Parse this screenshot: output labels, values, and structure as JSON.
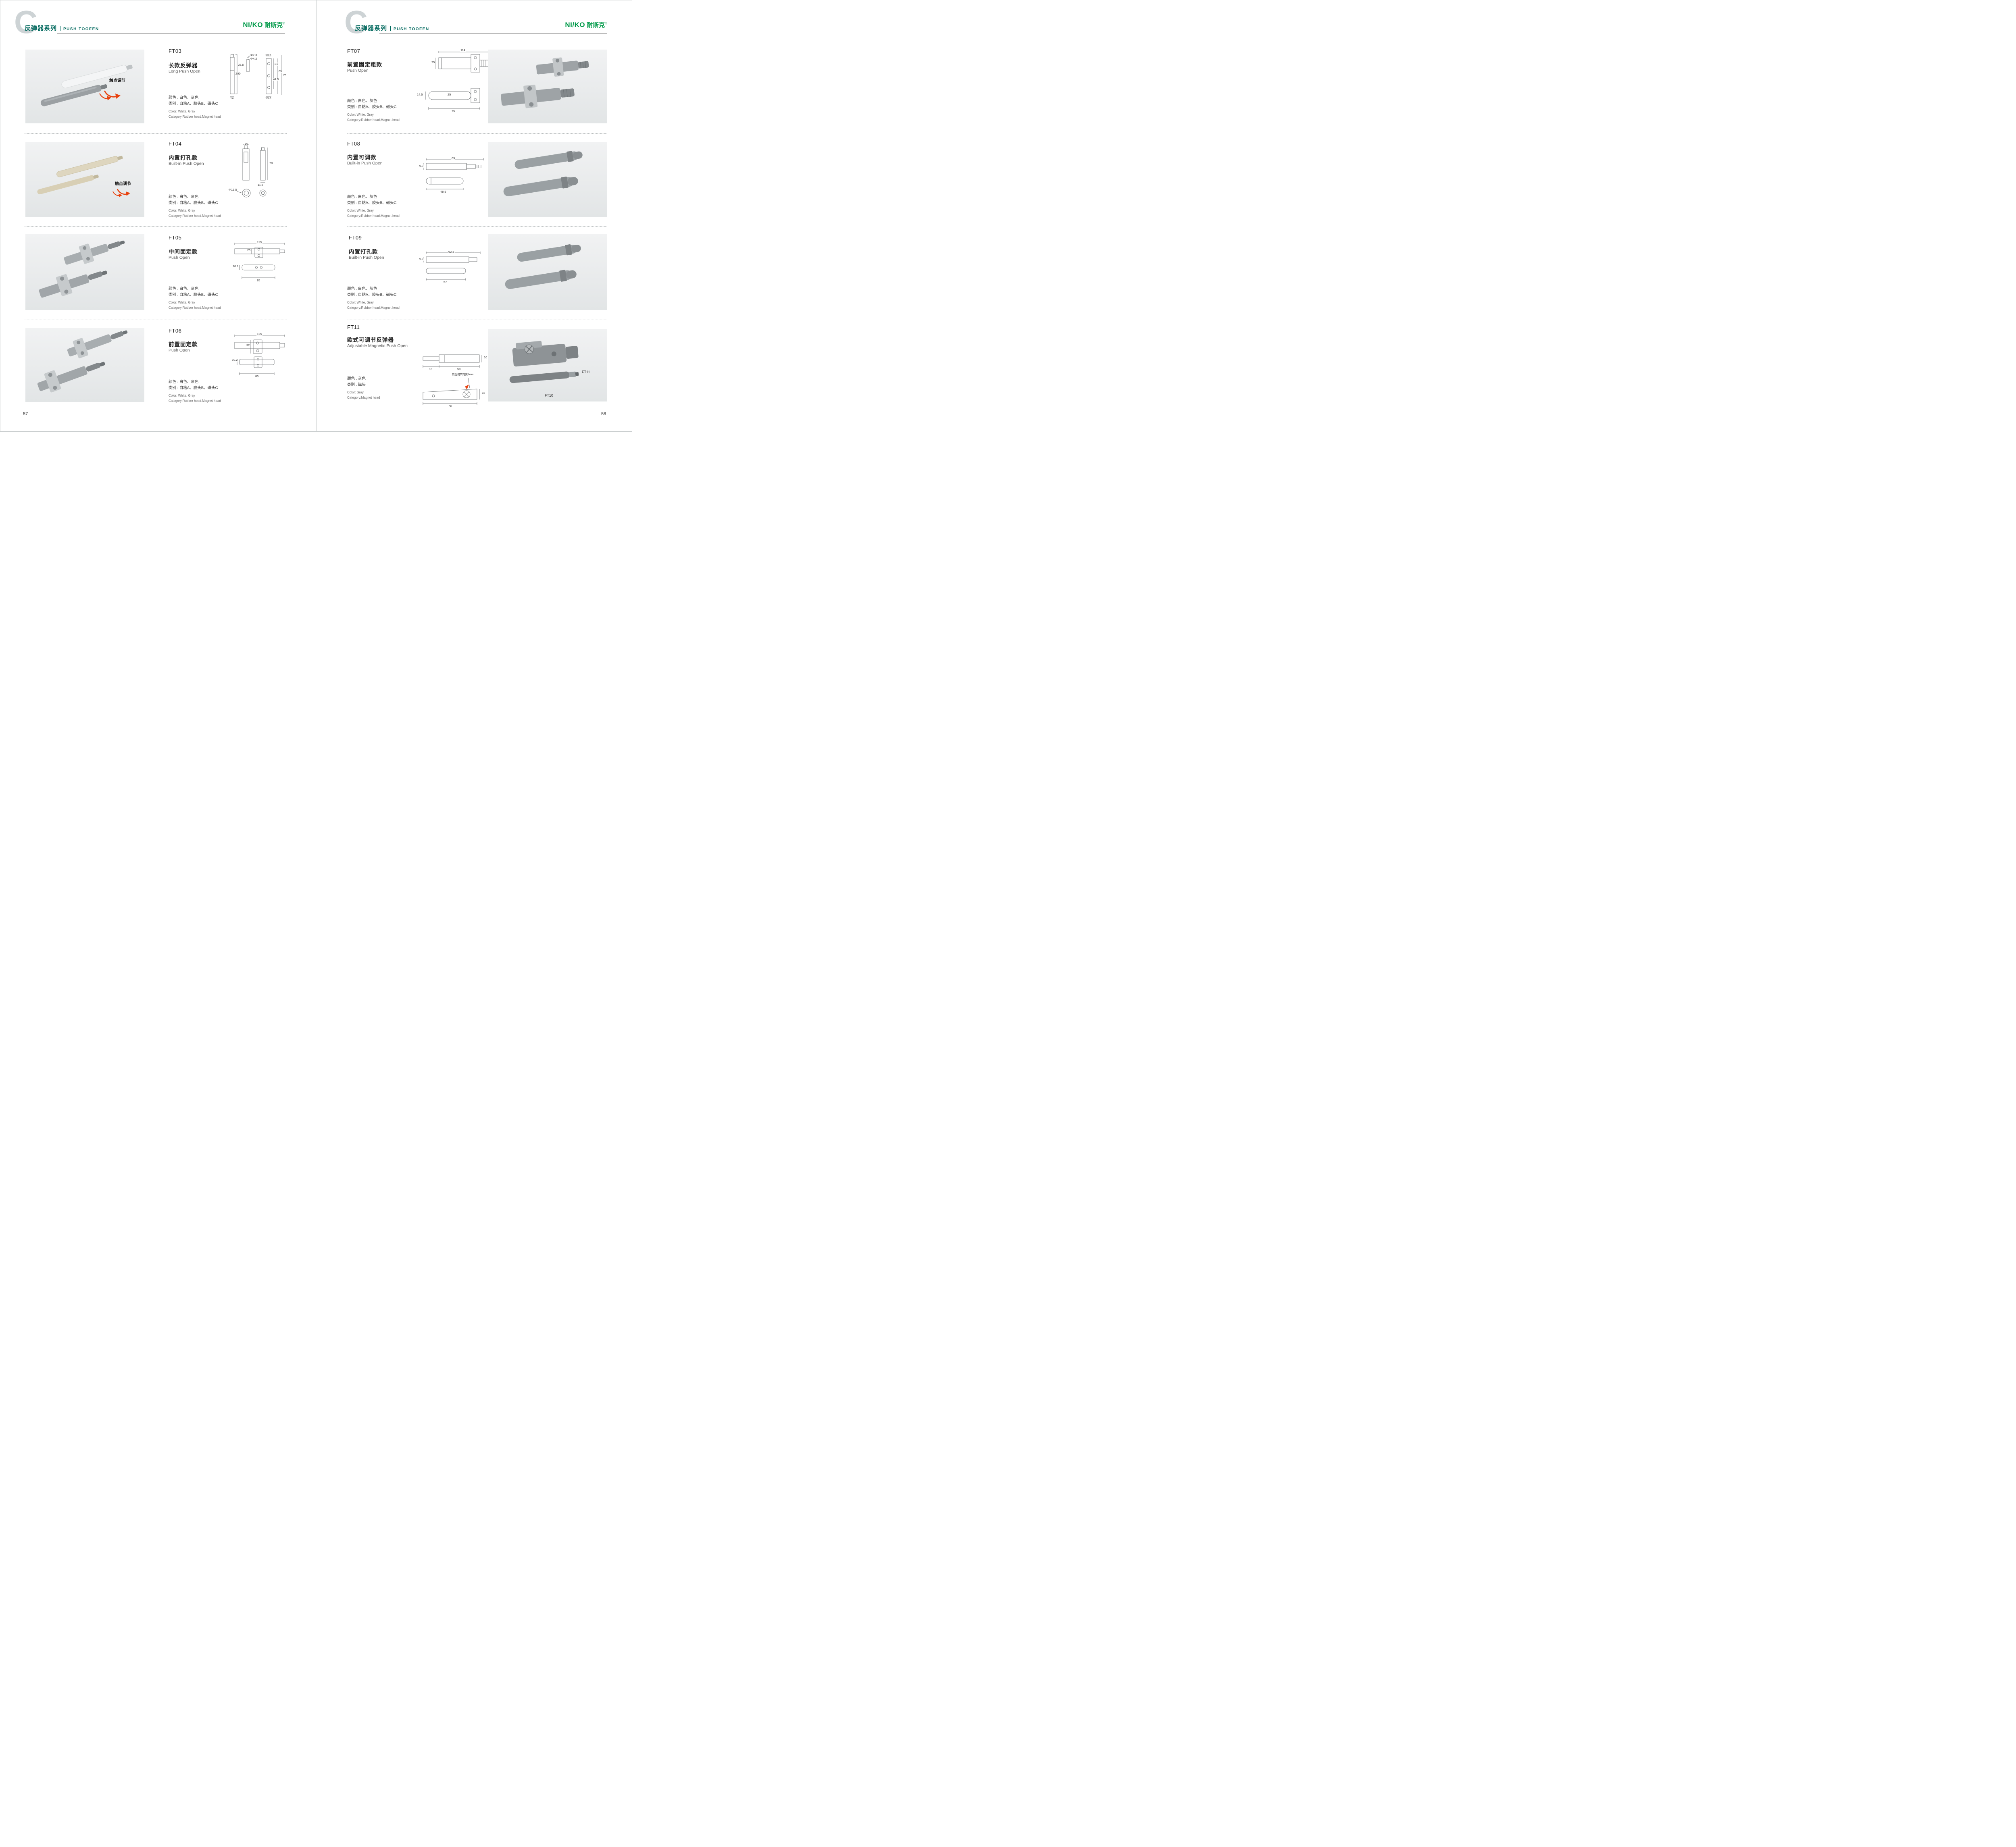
{
  "brand": {
    "logo_en": "NI/KO",
    "logo_zh": "耐斯克",
    "reg": "®",
    "green": "#009a49",
    "teal": "#00685d"
  },
  "header": {
    "watermark": "C",
    "series_zh": "反弹器系列",
    "series_en": "PUSH TOOFEN"
  },
  "left": {
    "page_number": "57",
    "products": [
      {
        "code": "FT03",
        "name_zh": "长款反弹器",
        "name_en": "Long Push Open",
        "photo_note": "触点调节",
        "spec_color_zh": "颜色 : 白色、灰色",
        "spec_type_zh": "类别 : 自粘A、胶头B、磁头C",
        "spec_color_en": "Color: White, Gray",
        "spec_type_en": "Category:Rubber head,Magnet head",
        "dims": [
          "200",
          "14",
          "28.5",
          "Φ7.3",
          "Φ4.2",
          "10.5",
          "31",
          "44.5",
          "65",
          "75",
          "13.6"
        ]
      },
      {
        "code": "FT04",
        "name_zh": "内置打孔款",
        "name_en": "Built-in Push Open",
        "photo_note": "触点调节",
        "spec_color_zh": "颜色 : 白色、灰色",
        "spec_type_zh": "类别 : 自粘A、胶头B、磁头C",
        "spec_color_en": "Color: White, Gray",
        "spec_type_en": "Category:Rubber head,Magnet head",
        "dims": [
          "10",
          "78",
          "11.6",
          "Φ13.5"
        ]
      },
      {
        "code": "FT05",
        "name_zh": "中间固定款",
        "name_en": "Push Open",
        "spec_color_zh": "颜色 : 白色、灰色",
        "spec_type_zh": "类别 : 自粘A、胶头B、磁头C",
        "spec_color_en": "Color: White, Gray",
        "spec_type_en": "Category:Rubber head,Magnet head",
        "dims": [
          "125",
          "25",
          "10.2",
          "85"
        ]
      },
      {
        "code": "FT06",
        "name_zh": "前置固定款",
        "name_en": "Push Open",
        "spec_color_zh": "颜色 : 白色、灰色",
        "spec_type_zh": "类别 : 自粘A、胶头B、磁头C",
        "spec_color_en": "Color: White, Gray",
        "spec_type_en": "Category:Rubber head,Magnet head",
        "dims": [
          "125",
          "32",
          "10.2",
          "85"
        ]
      }
    ]
  },
  "right": {
    "page_number": "58",
    "products": [
      {
        "code": "FT07",
        "name_zh": "前置固定粗款",
        "name_en": "Push Open",
        "spec_color_zh": "颜色 : 白色、灰色",
        "spec_type_zh": "类别 : 自粘A、胶头B、磁头C",
        "spec_color_en": "Color: White, Gray",
        "spec_type_en": "Category:Rubber head,Magnet head",
        "dims": [
          "114",
          "25",
          "14.5",
          "25",
          "75"
        ]
      },
      {
        "code": "FT08",
        "name_zh": "内置可调款",
        "name_en": "Built-in Push Open",
        "spec_color_zh": "颜色 : 白色、灰色",
        "spec_type_zh": "类别 : 自粘A、胶头B、磁头C",
        "spec_color_en": "Color: White, Gray",
        "spec_type_en": "Category:Rubber head,Magnet head",
        "dims": [
          "69",
          "9.7",
          "48.5"
        ]
      },
      {
        "code": "FT09",
        "name_zh": "内置打孔款",
        "name_en": "Built-in Push Open",
        "spec_color_zh": "颜色 : 白色、灰色",
        "spec_type_zh": "类别 : 自粘A、胶头B、磁头C",
        "spec_color_en": "Color: White, Gray",
        "spec_type_en": "Category:Rubber head,Magnet head",
        "dims": [
          "62.8",
          "9.7",
          "57"
        ]
      },
      {
        "code": "FT11",
        "name_zh": "欧式可调节反弹器",
        "name_en": "Adjustable Magnetic Push Open",
        "spec_color_zh": "颜色 : 灰色",
        "spec_type_zh": "类别 : 磁头",
        "spec_color_en": "Color: Gray",
        "spec_type_en": "Category:Magnet head",
        "dims": [
          "10",
          "18",
          "50",
          "18",
          "75"
        ],
        "drawing_note": "前后调节距离6mm",
        "photo_labels": [
          "FT11",
          "FT10"
        ]
      }
    ]
  }
}
